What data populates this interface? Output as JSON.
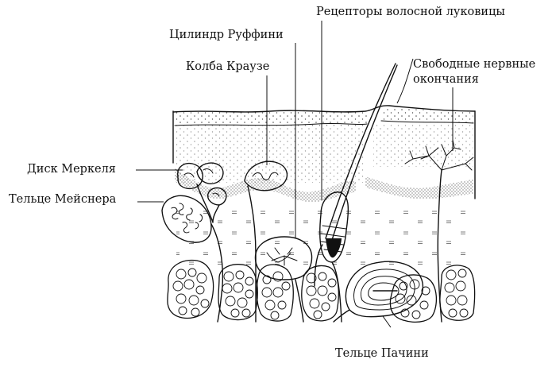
{
  "labels": {
    "hair_receptors": "Рецепторы волосной луковицы",
    "ruffini": "Цилиндр Руффини",
    "krause": "Колба Краузе",
    "free_endings_line1": "Свободные нервные",
    "free_endings_line2": "окончания",
    "merkel": "Диск Меркеля",
    "meissner": "Тельце Мейснера",
    "pacini": "Тельце Пачини"
  },
  "colors": {
    "ink": "#111111",
    "background": "#ffffff"
  }
}
